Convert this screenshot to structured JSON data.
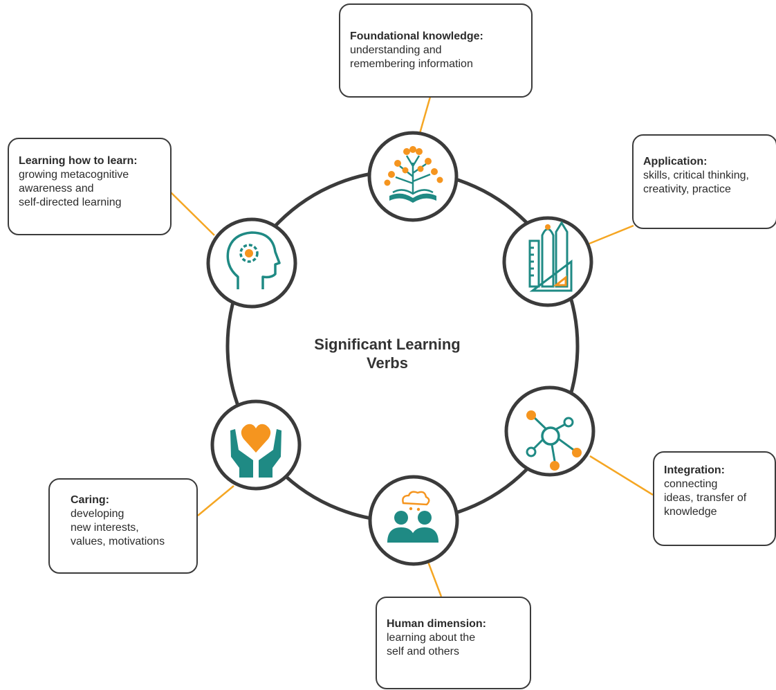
{
  "center": {
    "line1": "Significant Learning",
    "line2": "Verbs"
  },
  "colors": {
    "ring": "#3b3b3b",
    "teal": "#1f8a84",
    "orange": "#f5951f",
    "connector": "#f5a623"
  },
  "nodes": [
    {
      "id": "foundational",
      "icon": "book-tree-icon",
      "title": "Foundational knowledge:",
      "lines": [
        "understanding and",
        "remembering information"
      ]
    },
    {
      "id": "application",
      "icon": "drafting-tools-icon",
      "title": "Application:",
      "lines": [
        "skills, critical thinking,",
        "creativity, practice"
      ]
    },
    {
      "id": "integration",
      "icon": "network-nodes-icon",
      "title": "Integration:",
      "lines": [
        "connecting",
        "ideas, transfer of",
        "knowledge"
      ]
    },
    {
      "id": "human",
      "icon": "two-people-icon",
      "title": "Human dimension:",
      "lines": [
        "learning about the",
        "self and others"
      ]
    },
    {
      "id": "caring",
      "icon": "heart-hands-icon",
      "title": "Caring:",
      "lines": [
        "developing",
        "new interests,",
        "values, motivations"
      ]
    },
    {
      "id": "learning-how",
      "icon": "head-gear-icon",
      "title": "Learning how to learn:",
      "lines": [
        "growing metacognitive",
        "awareness and",
        "self-directed learning"
      ]
    }
  ]
}
